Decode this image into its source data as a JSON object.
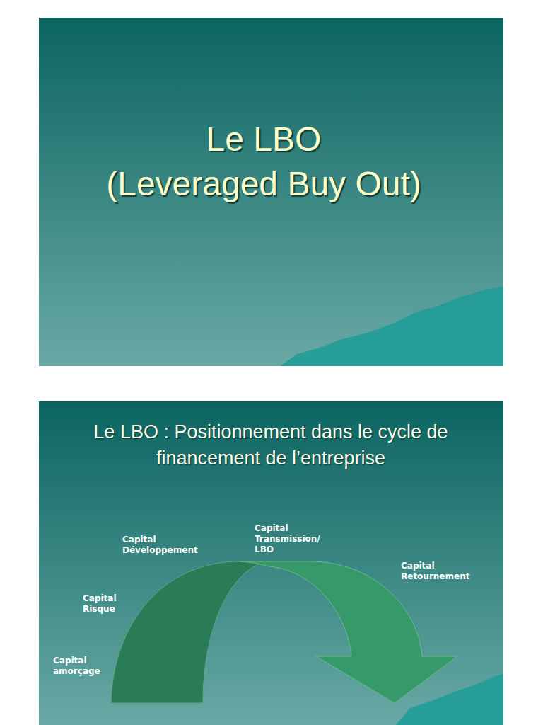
{
  "diagram": {
    "labels": [
      "Le LBO",
      "(Leveraged Buy Out)",
      "Le LBO : Positionnement dans le cycle de financement de l’entreprise",
      "Capital amorçage",
      "Capital Risque",
      "Capital Développement",
      "Capital Transmission/ LBO",
      "Capital Retournement"
    ]
  }
}
